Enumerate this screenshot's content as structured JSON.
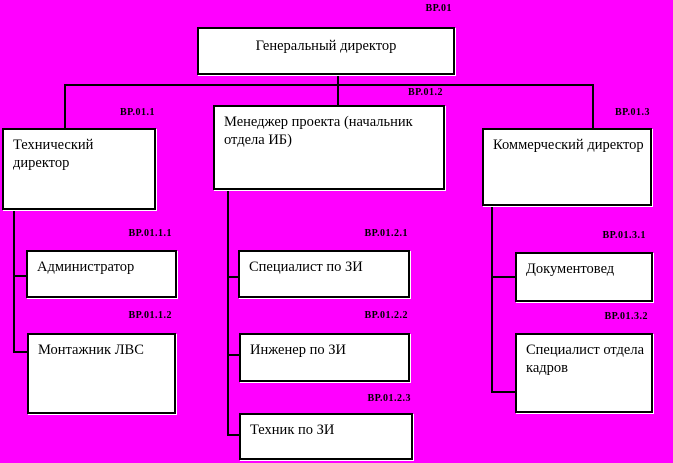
{
  "diagram": {
    "type": "org-chart",
    "background_color": "#FF00FF",
    "box_background_color": "#FFFFFF",
    "box_border_color": "#000000",
    "connector_color": "#000000",
    "nodes": {
      "root": {
        "code": "ВР.01",
        "title": "Генеральный директор"
      },
      "tech_director": {
        "code": "ВР.01.1",
        "title": "Технический директор"
      },
      "manager": {
        "code": "ВР.01.2",
        "title": "Менеджер проекта (начальник отдела ИБ)"
      },
      "commercial": {
        "code": "ВР.01.3",
        "title": "Коммерческий директор"
      },
      "administrator": {
        "code": "ВР.01.1.1",
        "title": "Администратор"
      },
      "lan_installer": {
        "code": "ВР.01.1.2",
        "title": "Монтажник ЛВС"
      },
      "zi_specialist": {
        "code": "ВР.01.2.1",
        "title": "Специалист по ЗИ"
      },
      "zi_engineer": {
        "code": "ВР.01.2.2",
        "title": "Инженер по ЗИ"
      },
      "zi_technician": {
        "code": "ВР.01.2.3",
        "title": "Техник по ЗИ"
      },
      "doc_clerk": {
        "code": "ВР.01.3.1",
        "title": "Документовед"
      },
      "hr_specialist": {
        "code": "ВР.01.3.2",
        "title": "Специалист отдела кадров"
      }
    },
    "hierarchy": {
      "root": "Генеральный директор",
      "children_of_root": [
        "Технический директор",
        "Менеджер проекта (начальник отдела ИБ)",
        "Коммерческий директор"
      ],
      "children_of_tech": [
        "Администратор",
        "Монтажник ЛВС"
      ],
      "children_of_manager": [
        "Специалист по ЗИ",
        "Инженер по ЗИ",
        "Техник по ЗИ"
      ],
      "children_of_commercial": [
        "Документовед",
        "Специалист отдела кадров"
      ]
    }
  }
}
